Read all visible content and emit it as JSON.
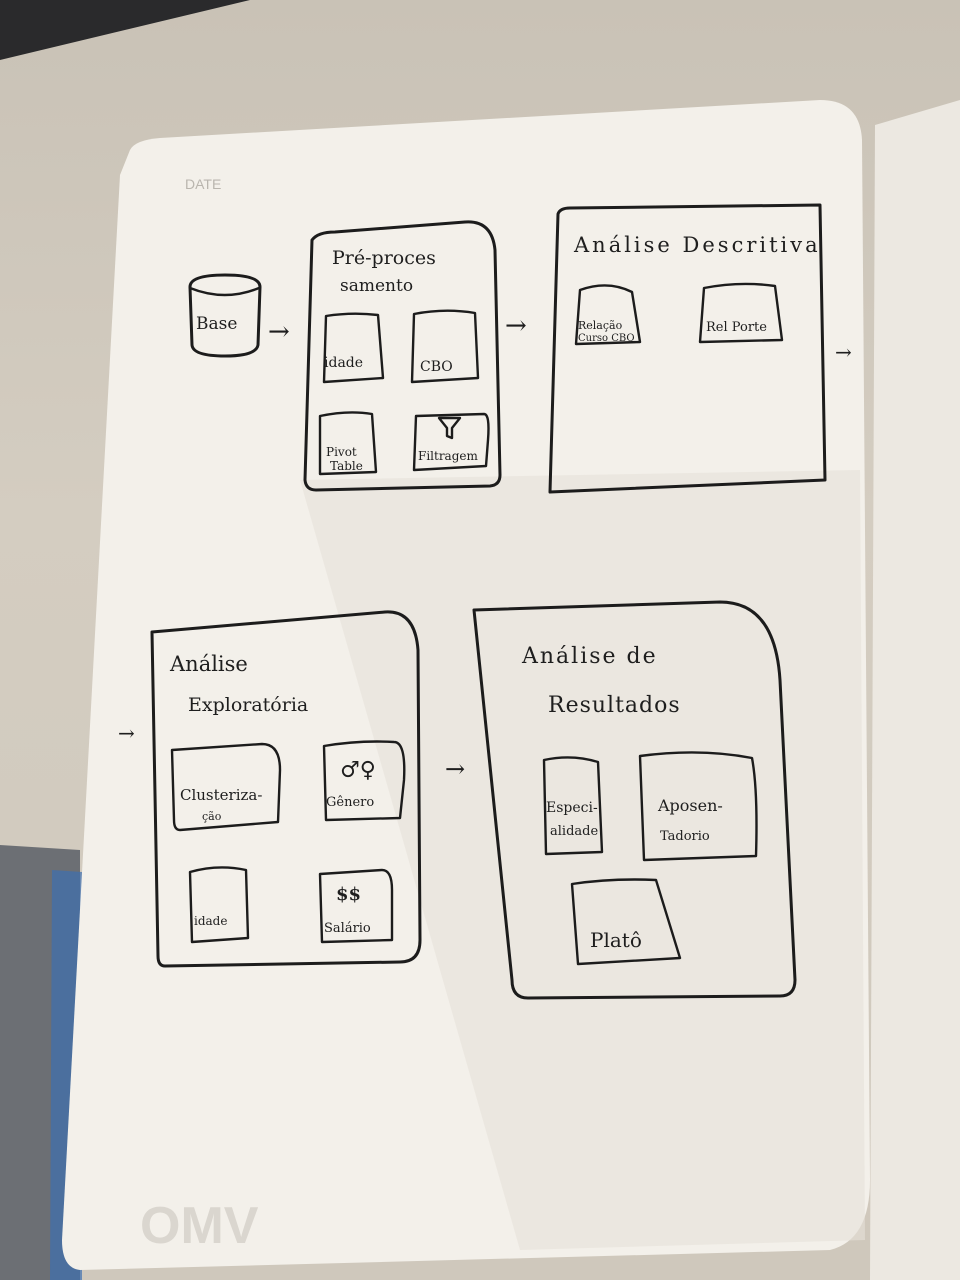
{
  "notebook": {
    "date_label": "DATE",
    "brand_mark": "OMV"
  },
  "sketch": {
    "base": {
      "label": "Base"
    },
    "preprocessing": {
      "title_line1": "Pré-proces",
      "title_line2": "samento",
      "cards": [
        "idade",
        "CBO",
        "Pivot",
        "Table",
        "Filtragem"
      ]
    },
    "descriptive": {
      "title": "Análise Descritiva",
      "cards": [
        "Relação",
        "Curso CBO",
        "Rel Porte"
      ]
    },
    "exploratory": {
      "title_line1": "Análise",
      "title_line2": "Exploratória",
      "cards": [
        "Clusteriza-",
        "ção",
        "Gênero",
        "idade",
        "Salário"
      ],
      "gender_symbols": "♂♀",
      "money_symbol": "$$"
    },
    "results": {
      "title_line1": "Análise de",
      "title_line2": "Resultados",
      "cards": [
        "Especi-",
        "alidade",
        "Aposen-",
        "Tadorio",
        "Platô"
      ]
    },
    "arrows": [
      "→",
      "→",
      "→",
      "→",
      "→"
    ]
  },
  "colors": {
    "page": "#f3f0ea",
    "ink": "#1c1c1c",
    "table": "#cbc4b8"
  }
}
